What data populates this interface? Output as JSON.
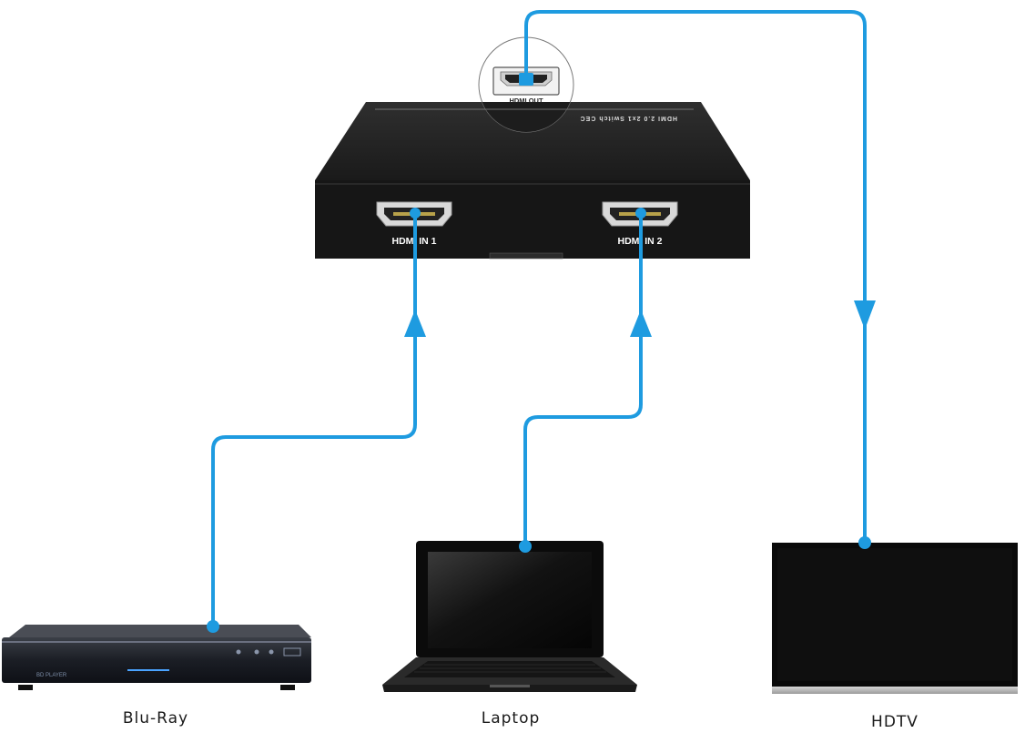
{
  "colors": {
    "cable": "#1e9be0",
    "switch_body": "#1c1c1c",
    "switch_top": "#2a2a2a",
    "port_metal": "#cfcfcf"
  },
  "switch": {
    "top_label": "HDMI 2.0 2x1 Switch CEC",
    "out_port_label": "HDMI OUT",
    "in1_label": "HDMI IN 1",
    "in2_label": "HDMI IN 2"
  },
  "devices": {
    "bluray": {
      "caption": "Blu-Ray",
      "front_text": "BD PLAYER"
    },
    "laptop": {
      "caption": "Laptop"
    },
    "hdtv": {
      "caption": "HDTV"
    }
  }
}
